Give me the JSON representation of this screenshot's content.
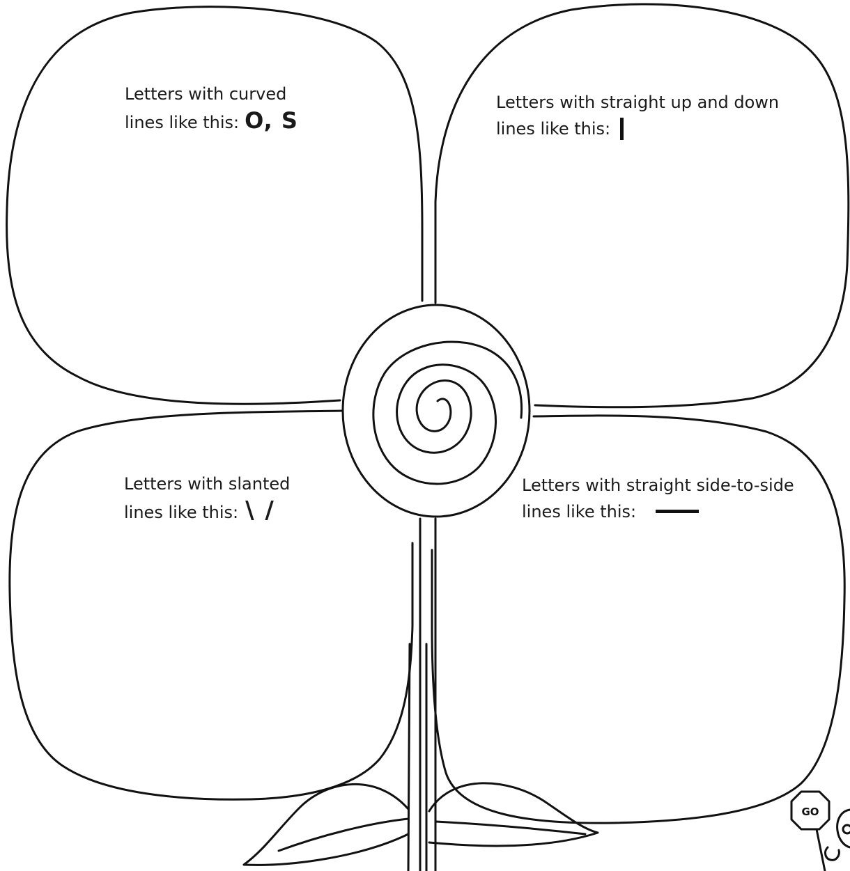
{
  "petals": {
    "top_left": {
      "line1": "Letters with curved",
      "line2": "lines like this:",
      "example": "O, S"
    },
    "top_right": {
      "line1": "Letters with straight up and down",
      "line2": "lines like this:",
      "example_icon": "vertical-bar-icon"
    },
    "bottom_left": {
      "line1": "Letters with slanted",
      "line2": "lines like this:",
      "example": "\\ /"
    },
    "bottom_right": {
      "line1": "Letters with straight side-to-side",
      "line2": "lines like this:",
      "example_icon": "horizontal-bar-icon"
    }
  },
  "go_sign": {
    "text": "GO"
  },
  "colors": {
    "ink": "#111111",
    "paper": "#ffffff"
  }
}
